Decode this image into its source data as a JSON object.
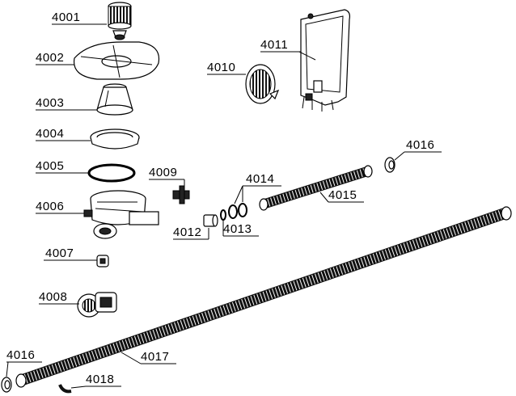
{
  "labels": {
    "p4001": "4001",
    "p4002": "4002",
    "p4003": "4003",
    "p4004": "4004",
    "p4005": "4005",
    "p4006": "4006",
    "p4007": "4007",
    "p4008": "4008",
    "p4009": "4009",
    "p4010": "4010",
    "p4011": "4011",
    "p4012": "4012",
    "p4013": "4013",
    "p4014": "4014",
    "p4015": "4015",
    "p4016a": "4016",
    "p4016b": "4016",
    "p4017": "4017",
    "p4018": "4018"
  },
  "colors": {
    "line": "#000000",
    "background": "#ffffff",
    "hose": "#222222"
  }
}
